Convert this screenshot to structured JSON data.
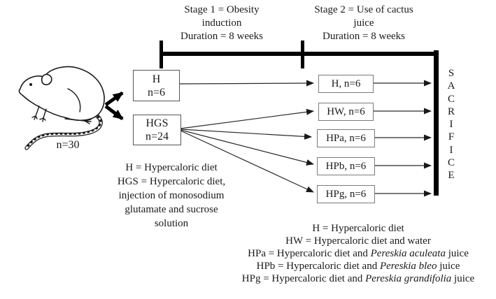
{
  "colors": {
    "thick_bar": "#000000",
    "thin_line": "#2a2a2a",
    "group_box_border": "#555555",
    "subgroup_box_border": "#7a7a7a",
    "background": "#ffffff",
    "text": "#1a1a1a"
  },
  "timeline": {
    "stage1_label": "Stage 1 = Obesity\ninduction\nDuration = 8 weeks",
    "stage2_label": "Stage 2 = Use of cactus\njuice\nDuration = 8 weeks"
  },
  "rat": {
    "icon": "rat-illustration",
    "count_label": "n=30"
  },
  "groups": [
    {
      "label": "H\nn=6"
    },
    {
      "label": "HGS\nn=24"
    }
  ],
  "subgroups": [
    {
      "label": "H, n=6"
    },
    {
      "label": "HW, n=6"
    },
    {
      "label": "HPa, n=6"
    },
    {
      "label": "HPb, n=6"
    },
    {
      "label": "HPg, n=6"
    }
  ],
  "sacrifice_label": "S\nA\nC\nR\nI\nF\nI\nC\nE",
  "legend_left": "H = Hypercaloric diet\nHGS = Hypercaloric diet,\ninjection of monosodium\nglutamate and sucrose\nsolution",
  "legend_bottom": {
    "lines": [
      {
        "pre": "H = Hypercaloric diet",
        "italic": "",
        "post": ""
      },
      {
        "pre": "HW = Hypercaloric diet and water",
        "italic": "",
        "post": ""
      },
      {
        "pre": "HPa = Hypercaloric diet and ",
        "italic": "Pereskia aculeata",
        "post": " juice"
      },
      {
        "pre": "HPb = Hypercaloric diet and ",
        "italic": "Pereskia bleo",
        "post": " juice"
      },
      {
        "pre": "HPg = Hypercaloric diet and ",
        "italic": "Pereskia grandifolia",
        "post": " juice"
      }
    ]
  }
}
